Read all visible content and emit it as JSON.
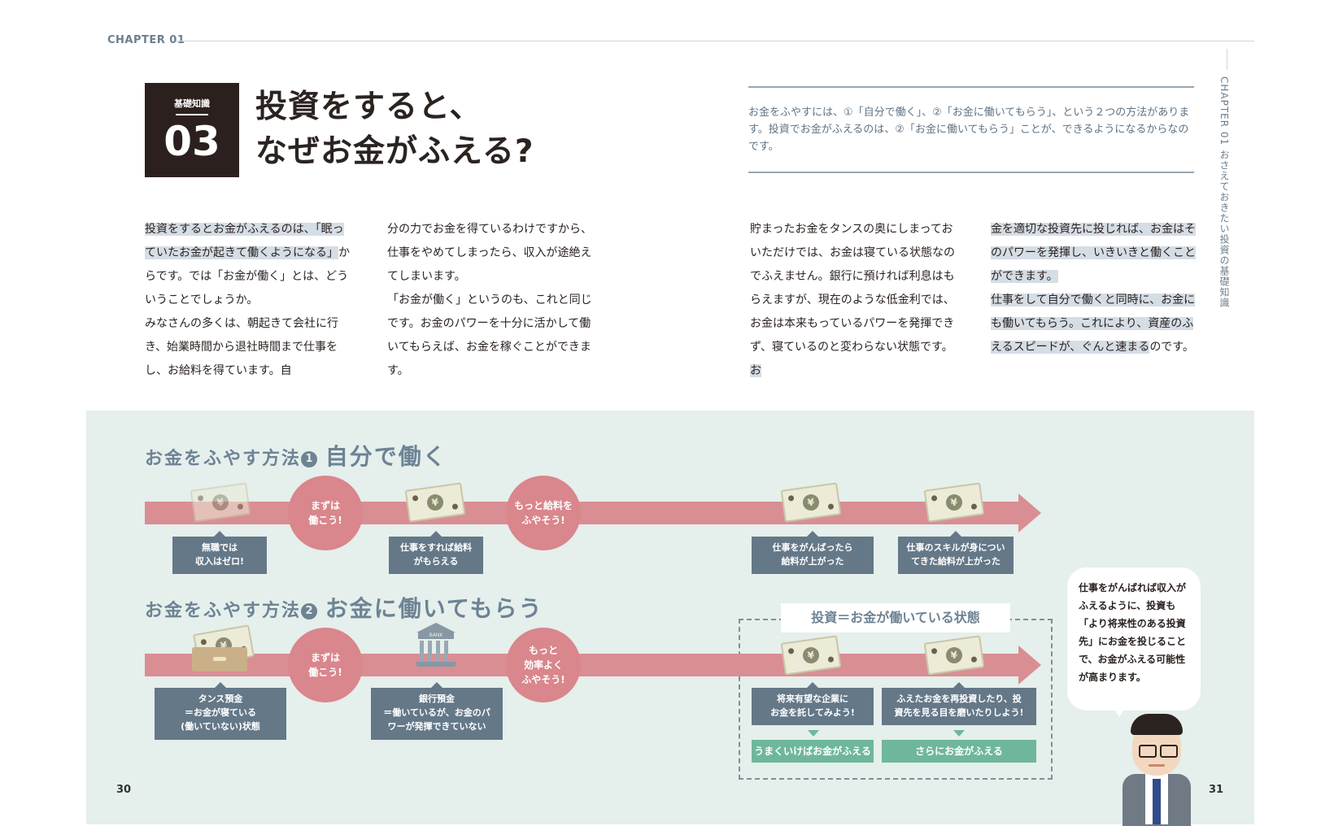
{
  "header": {
    "chapter": "CHAPTER 01",
    "side_label": "CHAPTER 01  おさえておきたい投資の基礎知識"
  },
  "title_block": {
    "kicker": "基礎知識",
    "number": "03",
    "title": "投資をすると、\nなぜお金がふえる?"
  },
  "lead": "お金をふやすには、①「自分で働く」、②「お金に働いてもらう」、という２つの方法があります。投資でお金がふえるのは、②「お金に働いてもらう」ことが、できるようになるからなのです。",
  "body": {
    "col1": [
      "投資をするとお金がふえるのは、",
      "「眠っていたお金が起きて働くようになる」",
      "からです。では「お金が働く」とは、どういうことでしょうか。",
      "みなさんの多くは、朝起きて会社に行き、始業時間から退社時間まで仕事をし、お給料を得ています。自"
    ],
    "col2": "分の力でお金を得ているわけですから、仕事をやめてしまったら、収入が途絶えてしまいます。\n「お金が働く」というのも、これと同じです。お金のパワーを十分に活かして働いてもらえば、お金を稼ぐことができます。",
    "col3": [
      "貯まったお金をタンスの奥にしまっておいただけでは、お金は寝ている状態なのでふえません。銀行に預ければ利息はもらえますが、現在のような低金利では、お金は本来もっているパワーを発揮できず、寝ているのと変わらない状態です。",
      "お"
    ],
    "col4": [
      "金を適切な投資先に投じれば、お金はそのパワーを発揮し、いきいきと働くことができます。",
      "仕事をして自分で働くと同時に、お金にも働いてもらう。これにより、資産のふえるスピードが、ぐんと速まる",
      "のです。"
    ]
  },
  "method1": {
    "prefix": "お金をふやす方法",
    "num": "1",
    "name": "自分で働く",
    "bubbles": [
      "まずは\n働こう!",
      "もっと給料を\nふやそう!"
    ],
    "labels": [
      "無職では\n収入はゼロ!",
      "仕事をすれば給料\nがもらえる",
      "仕事をがんばったら\n給料が上がった",
      "仕事のスキルが身につい\nてきた給料が上がった"
    ]
  },
  "method2": {
    "prefix": "お金をふやす方法",
    "num": "2",
    "name": "お金に働いてもらう",
    "bubbles": [
      "まずは\n働こう!",
      "もっと\n効率よく\nふやそう!"
    ],
    "labels": [
      "タンス預金\n＝お金が寝ている\n(働いていない)状態",
      "銀行預金\n＝働いているが、お金のパ\nワーが発揮できていない",
      "将来有望な企業に\nお金を託してみよう!",
      "ふえたお金を再投資したり、投\n資先を見る目を磨いたりしよう!"
    ],
    "invest_title": "投資＝お金が働いている状態",
    "results": [
      "うまくいけばお金がふえる",
      "さらにお金がふえる"
    ],
    "bank_sign": "BANK"
  },
  "bill_symbol": "¥",
  "speech": "仕事をがんばれば収入がふえるように、投資も「より将来性のある投資先」にお金を投じることで、お金がふえる可能性が高まります。",
  "pages": {
    "left": "30",
    "right": "31"
  },
  "colors": {
    "band": "#d98e94",
    "label": "#647888",
    "result": "#6fb79a",
    "panel": "#e5efec",
    "title_box": "#2b201d"
  }
}
